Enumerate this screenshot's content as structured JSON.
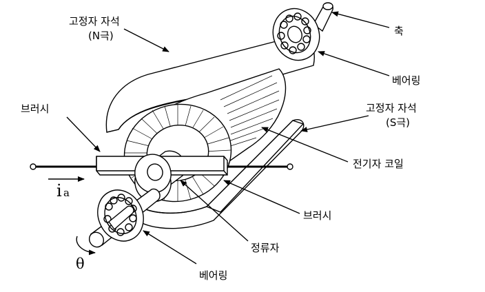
{
  "labels": {
    "stator_n_line1": "고정자 자석",
    "stator_n_line2": "(N극)",
    "shaft": "축",
    "bearing_top": "베어링",
    "stator_s_line1": "고정자 자석",
    "stator_s_line2": "(S극)",
    "brush_left": "브러시",
    "armature_coil": "전기자 코일",
    "brush_right": "브러시",
    "commutator": "정류자",
    "bearing_bottom": "베어링",
    "current_symbol": "i",
    "current_subscript": "a",
    "angle_symbol": "θ"
  }
}
